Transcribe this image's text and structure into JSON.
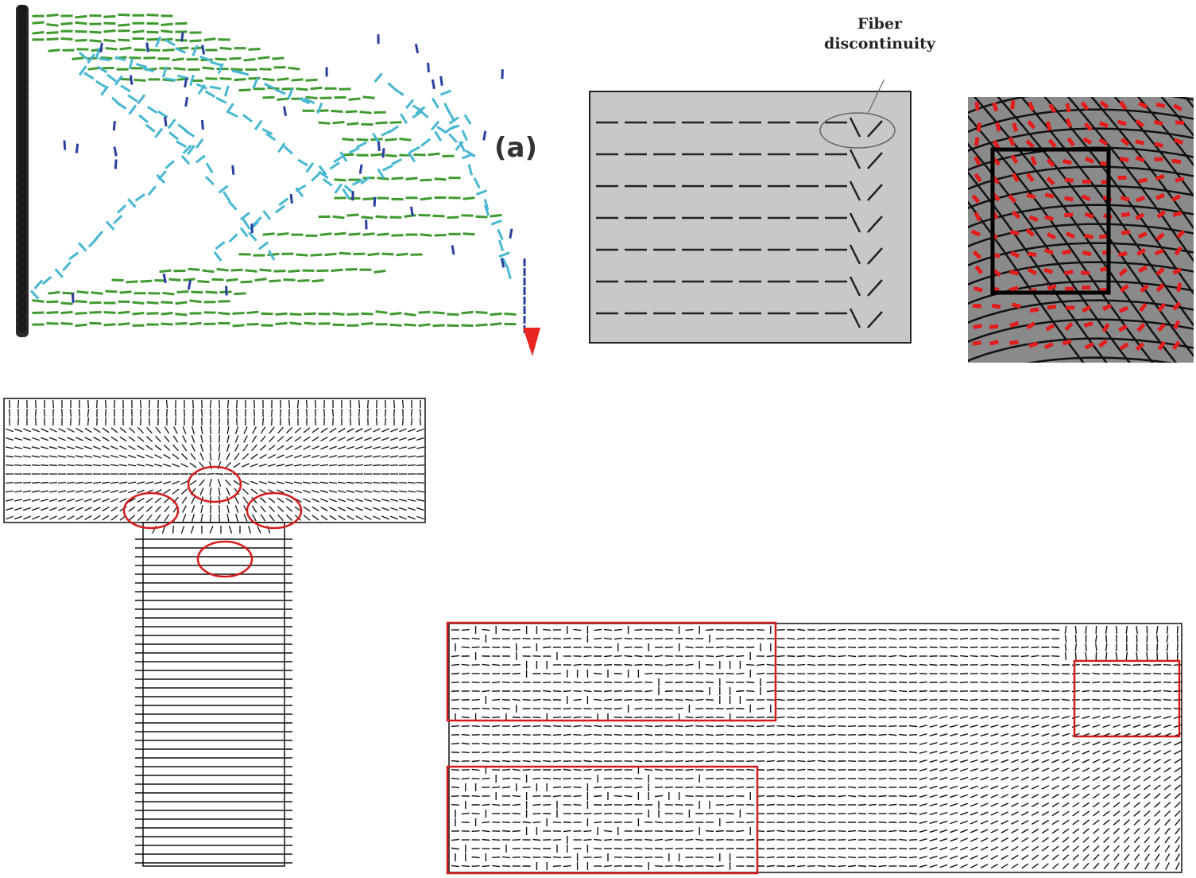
{
  "panel_a": {
    "label": "(a)",
    "colors": {
      "horizontal": "#3f9a2f",
      "diagonal": "#47b7d2",
      "vertical": "#2a3f9e",
      "support": "#2b2b2b",
      "load": "#e8251f"
    }
  },
  "panel_b": {
    "annotation_line1": "Fiber",
    "annotation_line2": "discontinuity",
    "colors": {
      "fill": "#c8c8c8",
      "stroke": "#222222"
    }
  },
  "panel_c": {
    "colors": {
      "background": "#8a8a8a",
      "grid": "#111111",
      "fibers": "#e11d1d",
      "box": "#000000"
    }
  },
  "panel_d": {
    "colors": {
      "strokes": "#111111",
      "highlights": "#d41b1b"
    }
  },
  "panel_e": {
    "colors": {
      "strokes": "#111111",
      "highlights": "#d41b1b"
    }
  }
}
